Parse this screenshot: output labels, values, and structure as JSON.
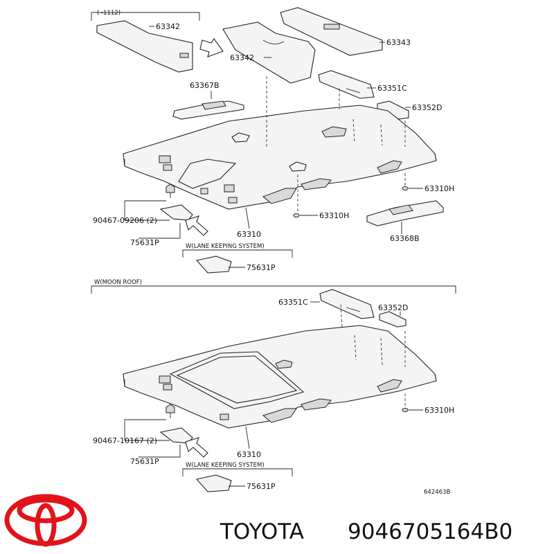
{
  "header_range": "(      -1112)",
  "labels": {
    "p63342_a": "63342",
    "p63342_b": "63342",
    "p63343": "63343",
    "p63367b": "63367B",
    "p63351c": "63351C",
    "p63352d": "63352D",
    "p63310h_a": "63310H",
    "p63310h_b": "63310H",
    "p63368b": "63368B",
    "p63310": "63310",
    "p90467_09206": "90467-09206 (2)",
    "p75631p_a": "75631P",
    "lane_keeping_a": "W(LANE KEEPING SYSTEM)",
    "p75631p_b": "75631P",
    "moon_roof": "W(MOON ROOF)",
    "p63351c_2": "63351C",
    "p63352d_2": "63352D",
    "p63310h_c": "63310H",
    "p90467_10167": "90467-10167 (2)",
    "p63310_2": "63310",
    "p75631p_c": "75631P",
    "lane_keeping_b": "W(LANE KEEPING SYSTEM)",
    "p75631p_d": "75631P",
    "diagram_code": "642463B"
  },
  "brand": {
    "name": "TOYOTA",
    "part_number": "9046705164B0",
    "logo_color": "#e1141b"
  }
}
